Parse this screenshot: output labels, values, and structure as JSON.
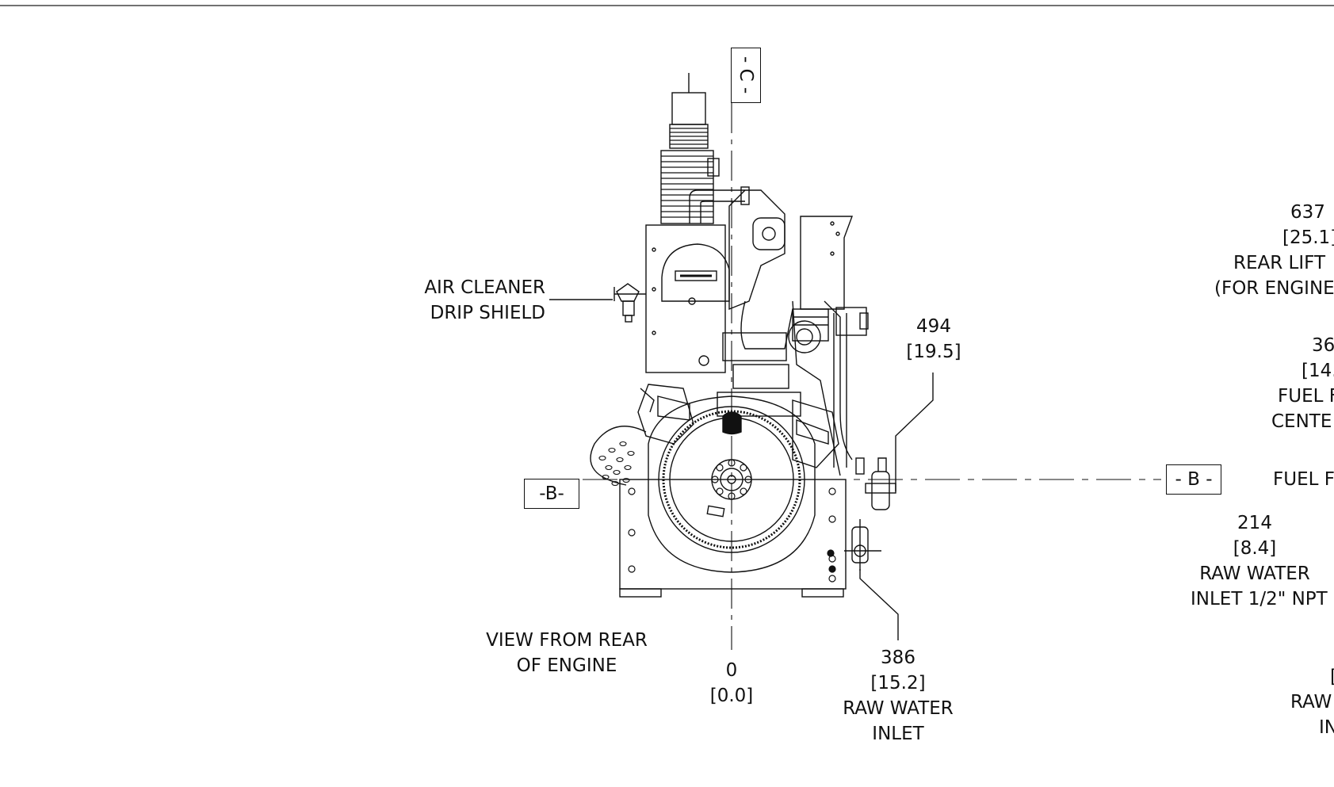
{
  "datum_labels": {
    "c_top": "- C -",
    "b_left": "-B-",
    "b_right": "- B -"
  },
  "callouts": {
    "air_cleaner": {
      "line1": "AIR CLEANER",
      "line2": "DRIP SHIELD"
    },
    "view_label": {
      "line1": "VIEW FROM REAR",
      "line2": "OF ENGINE"
    },
    "dim_494": {
      "mm": "494",
      "in": "[19.5]"
    },
    "dim_0": {
      "mm": "0",
      "in": "[0.0]"
    },
    "dim_386": {
      "mm": "386",
      "in": "[15.2]",
      "line3": "RAW WATER",
      "line4": "INLET"
    },
    "dim_637": {
      "mm": "637",
      "in": "[25.1]",
      "line3": "REAR LIFT",
      "line4": "(FOR ENGINE"
    },
    "dim_36x": {
      "mm": "36",
      "in": "[14.",
      "line3": "FUEL F",
      "line4": "CENTE"
    },
    "fuel_f": {
      "text": "FUEL F"
    },
    "dim_214": {
      "mm": "214",
      "in": "[8.4]",
      "line3": "RAW WATER",
      "line4": "INLET 1/2\" NPT"
    },
    "raw_cut": {
      "line1": "[",
      "line2": "RAW",
      "line3": "IN"
    }
  }
}
